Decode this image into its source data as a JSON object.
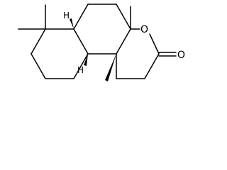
{
  "molecule": {
    "atoms": {
      "ring_oxygen": "O",
      "carbonyl_oxygen": "O",
      "h_top": "H",
      "h_bottom": "H"
    },
    "colors": {
      "ink": "#000000",
      "background": "#ffffff"
    }
  }
}
